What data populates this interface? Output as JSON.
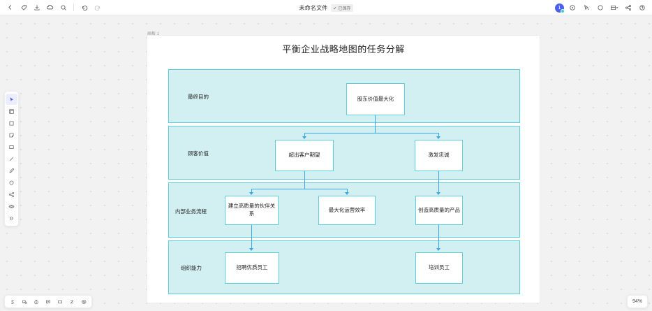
{
  "app": {
    "document_title": "未命名文件",
    "doc_badge_label": "已保存",
    "zoom_level": "94%",
    "frame_label": "画板 1",
    "accent_color": "#4a5ef0",
    "band_fill": "#d2f0f2",
    "band_border": "#5ecfd8",
    "connector_color": "#3aa6e8",
    "avatar_initial": "1"
  },
  "toolbar_left": [
    {
      "name": "back-icon",
      "label": "返回"
    },
    {
      "name": "tag-icon",
      "label": "标签"
    },
    {
      "name": "download-icon",
      "label": "下载"
    },
    {
      "name": "cloud-icon",
      "label": "云同步"
    },
    {
      "name": "search-icon",
      "label": "搜索"
    },
    {
      "name": "undo-icon",
      "label": "撤销"
    },
    {
      "name": "redo-icon",
      "label": "重做"
    }
  ],
  "toolbar_right": [
    {
      "name": "avatar",
      "label": "用户"
    },
    {
      "name": "target-icon",
      "label": "定位"
    },
    {
      "name": "cursor-pointer-icon",
      "label": "协作光标"
    },
    {
      "name": "comment-circle-icon",
      "label": "评论"
    },
    {
      "name": "layout-panel-icon",
      "label": "面板"
    },
    {
      "name": "share-icon",
      "label": "分享"
    },
    {
      "name": "help-icon",
      "label": "帮助"
    }
  ],
  "tool_rail": [
    {
      "name": "select-tool",
      "label": "选择",
      "active": true
    },
    {
      "name": "frame-tool",
      "label": "画板"
    },
    {
      "name": "shape-tool",
      "label": "形状"
    },
    {
      "name": "sticky-note-tool",
      "label": "便签"
    },
    {
      "name": "rectangle-tool",
      "label": "矩形"
    },
    {
      "name": "line-tool",
      "label": "直线"
    },
    {
      "name": "pen-tool",
      "label": "画笔"
    },
    {
      "name": "ellipse-tool",
      "label": "圆形"
    },
    {
      "name": "connector-tool",
      "label": "连接线"
    },
    {
      "name": "eye-tool",
      "label": "预览"
    },
    {
      "name": "more-tools",
      "label": "更多"
    }
  ],
  "bottom_bar": [
    {
      "name": "select-mode-icon",
      "label": "S"
    },
    {
      "name": "comment-icon",
      "label": "评论"
    },
    {
      "name": "timer-icon",
      "label": "计时器"
    },
    {
      "name": "chat-icon",
      "label": "聊天"
    },
    {
      "name": "present-icon",
      "label": "演示"
    },
    {
      "name": "zen-mode-icon",
      "label": "Z"
    },
    {
      "name": "mention-icon",
      "label": "提及"
    }
  ],
  "diagram": {
    "title": "平衡企业战略地图的任务分解",
    "bands": [
      {
        "label": "最终目的"
      },
      {
        "label": "顾客价值"
      },
      {
        "label": "内部业务流程"
      },
      {
        "label": "组织能力"
      }
    ],
    "nodes": {
      "goal": "股东价值最大化",
      "customer_1": "超出客户期望",
      "customer_2": "激发忠诚",
      "process_1": "建立高质量的伙伴关系",
      "process_2": "最大化运营效率",
      "process_3": "创造高质量的产品",
      "capability_1": "招聘优质员工",
      "capability_2": "培训员工"
    }
  }
}
